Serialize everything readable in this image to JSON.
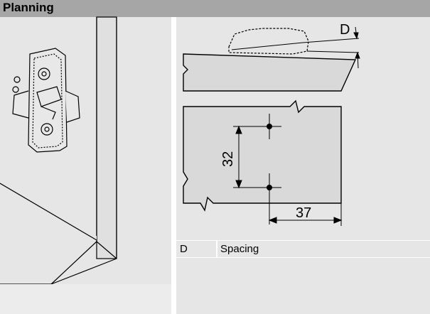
{
  "header": {
    "title": "Planning"
  },
  "diagram": {
    "dimension_d": "D",
    "dimension_vertical": "32",
    "dimension_horizontal": "37"
  },
  "legend": [
    {
      "key": "D",
      "value": "Spacing"
    }
  ],
  "colors": {
    "header_bg": "#a6a6a6",
    "panel_bg": "#e6e6e6",
    "drawing_fill": "#d9d9d9",
    "divider": "#ffffff",
    "line": "#000000"
  }
}
